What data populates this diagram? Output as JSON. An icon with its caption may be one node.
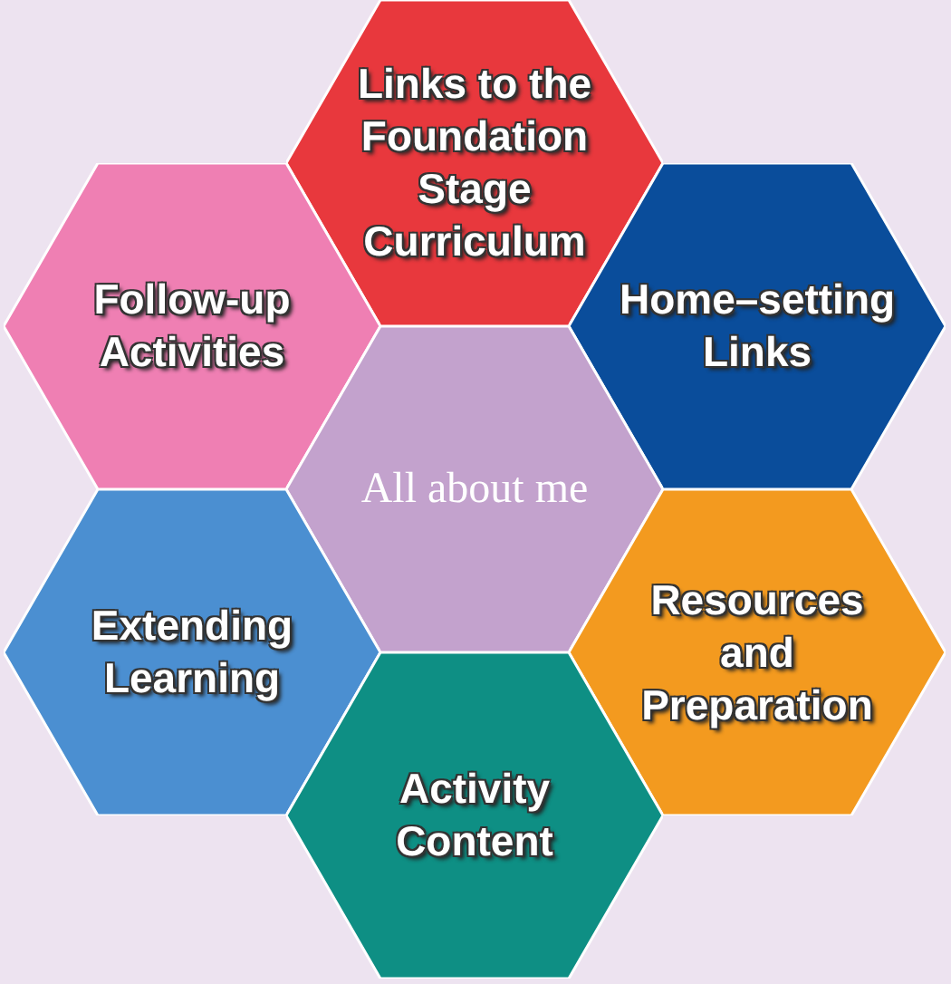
{
  "diagram": {
    "nodes": [
      {
        "text": [
          "Links to the Foundation Stage Curriculum"
        ]
      },
      {
        "text": [
          "Follow-up Activities"
        ]
      },
      {
        "text": [
          "Home–setting Links"
        ]
      },
      {
        "text": [
          "All about me"
        ]
      },
      {
        "text": [
          "Extending Learning"
        ]
      },
      {
        "text": [
          "Resources and Preparation"
        ]
      },
      {
        "text": [
          "Activity Content"
        ]
      }
    ]
  }
}
